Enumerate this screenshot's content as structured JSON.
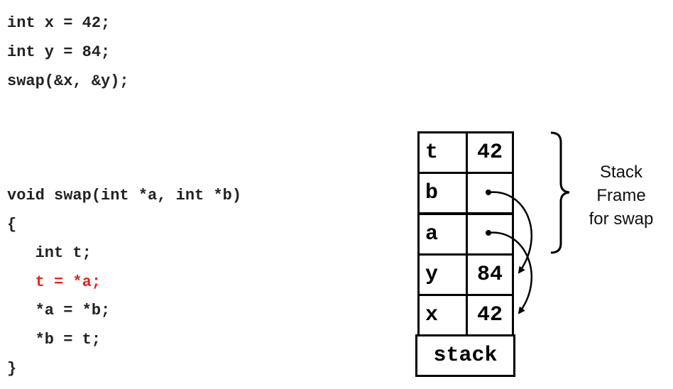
{
  "caller_code": [
    "int x = 42;",
    "int y = 84;",
    "swap(&x, &y);"
  ],
  "swap_code": [
    {
      "text": "void swap(int *a, int *b)",
      "highlight": false
    },
    {
      "text": "{",
      "highlight": false
    },
    {
      "text": "   int t;",
      "highlight": false
    },
    {
      "text": "   t = *a;",
      "highlight": true
    },
    {
      "text": "   *a = *b;",
      "highlight": false
    },
    {
      "text": "   *b = t;",
      "highlight": false
    },
    {
      "text": "}",
      "highlight": false
    }
  ],
  "highlight_color": "#e2261c",
  "stack": {
    "rows": [
      {
        "name": "t",
        "value": "42"
      },
      {
        "name": "b",
        "value": ""
      },
      {
        "name": "a",
        "value": ""
      },
      {
        "name": "y",
        "value": "84"
      },
      {
        "name": "x",
        "value": "42"
      }
    ],
    "base_label": "stack"
  },
  "frame_label": [
    "Stack",
    "Frame",
    "for swap"
  ]
}
